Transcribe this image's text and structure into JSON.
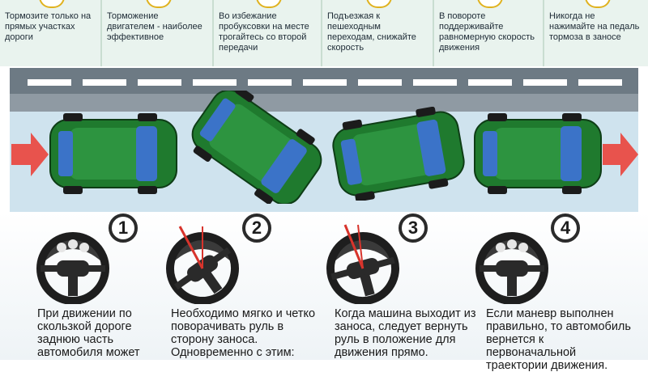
{
  "tips": [
    "Тормозите только на прямых участках дороги",
    "Торможение двигателем - наиболее эффективное",
    "Во избежание пробуксовки на месте трогайтесь со второй передачи",
    "Подъезжая к пешеходным переходам, снижайте скорость",
    "В повороте поддерживайте равномерную скорость движения",
    "Никогда не нажимайте на педаль тормоза в заносе"
  ],
  "steps": [
    {
      "number": "1",
      "text": "При движении по скользкой дороге заднюю часть автомобиля может"
    },
    {
      "number": "2",
      "text": "Необходимо мягко и четко поворачивать руль в сторону заноса. Одновременно с этим:"
    },
    {
      "number": "3",
      "text": "Когда машина выходит из заноса, следует вернуть руль в положение для движения прямо."
    },
    {
      "number": "4",
      "text": "Если маневр выполнен правильно, то автомобиль вернется к первоначальной траектории движения."
    }
  ],
  "colors": {
    "car": "#1f7a2e",
    "arrow": "#e8534d",
    "road": "#8f9aa3",
    "snow": "#cfe3ee",
    "badge": "#e0b21f"
  }
}
